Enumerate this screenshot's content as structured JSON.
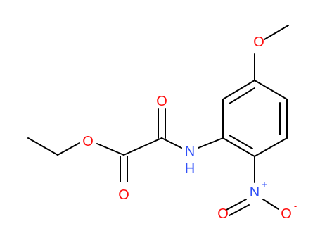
{
  "colors": {
    "bond": "#000000",
    "oxygen": "#ff0d0d",
    "nitrogen": "#3050f8",
    "background": "#ffffff"
  },
  "atoms": {
    "o_methoxy": "O",
    "o_ester": "O",
    "o_ester_carbonyl": "O",
    "o_amide": "O",
    "n_amide": "N",
    "h_amide": "H",
    "n_nitro": "N",
    "nitro_plus": "+",
    "o_nitro_left": "O",
    "nitro_minus": "-",
    "o_nitro_right": "O"
  }
}
